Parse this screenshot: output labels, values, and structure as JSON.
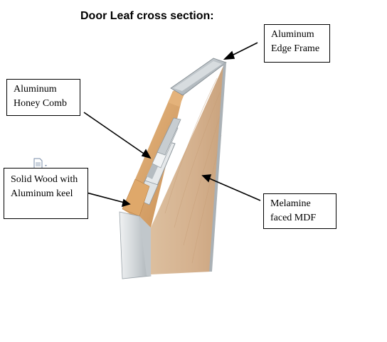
{
  "title": "Door Leaf cross section:",
  "labels": {
    "edge_frame": {
      "line1": "Aluminum",
      "line2": "Edge Frame"
    },
    "honeycomb": {
      "line1": "Aluminum",
      "line2": "Honey Comb"
    },
    "solid_wood": {
      "line1": "Solid Wood with",
      "line2": "Aluminum keel"
    },
    "mdf": {
      "line1": "Melamine",
      "line2": "faced MDF"
    }
  },
  "colors": {
    "mdf_face": "#d9b99a",
    "mdf_shadow": "#c9a480",
    "aluminum": "#c7cdd1",
    "aluminum_dark": "#9aa2a8",
    "wood_core": "#d8a66e",
    "honeycomb": "#e3e6e8"
  }
}
